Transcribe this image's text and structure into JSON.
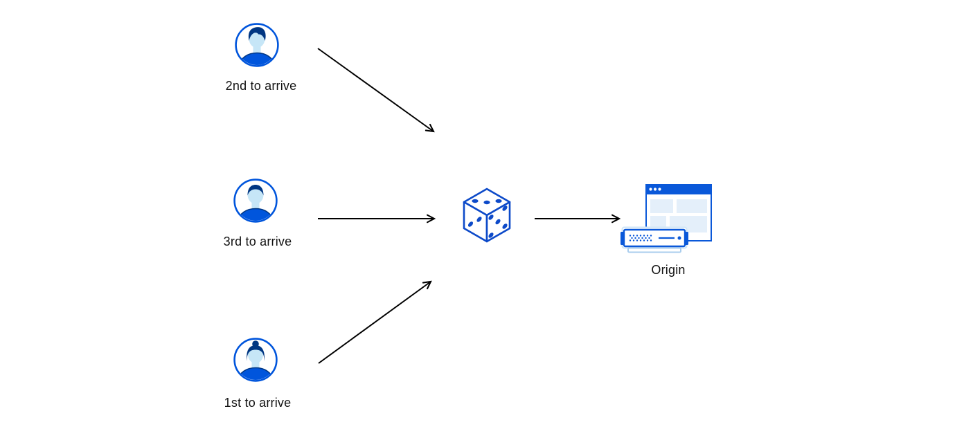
{
  "diagram": {
    "clients": [
      {
        "label": "2nd to arrive",
        "icon": "male-avatar-quiff-icon"
      },
      {
        "label": "3rd to arrive",
        "icon": "male-avatar-icon"
      },
      {
        "label": "1st to arrive",
        "icon": "female-avatar-bun-icon"
      }
    ],
    "center": {
      "icon": "dice-icon"
    },
    "origin": {
      "label": "Origin",
      "icons": [
        "browser-window-icon",
        "server-icon"
      ]
    },
    "arrows": [
      {
        "from": "client-2nd-to-arrive",
        "to": "dice"
      },
      {
        "from": "client-3rd-to-arrive",
        "to": "dice"
      },
      {
        "from": "client-1st-to-arrive",
        "to": "dice"
      },
      {
        "from": "dice",
        "to": "origin"
      }
    ],
    "colors": {
      "primary_blue": "#0055DC",
      "dice_blue": "#0D4AC9",
      "dark_navy": "#003682",
      "light_blue_skin": "#C6E6F7",
      "pale_blue_block": "#E4EFFA",
      "browser_blue": "#0A58D9",
      "server_frame_light": "#CFE5F7",
      "arrow_black": "#000000",
      "label_text": "#121212",
      "background": "#FFFFFF"
    }
  }
}
